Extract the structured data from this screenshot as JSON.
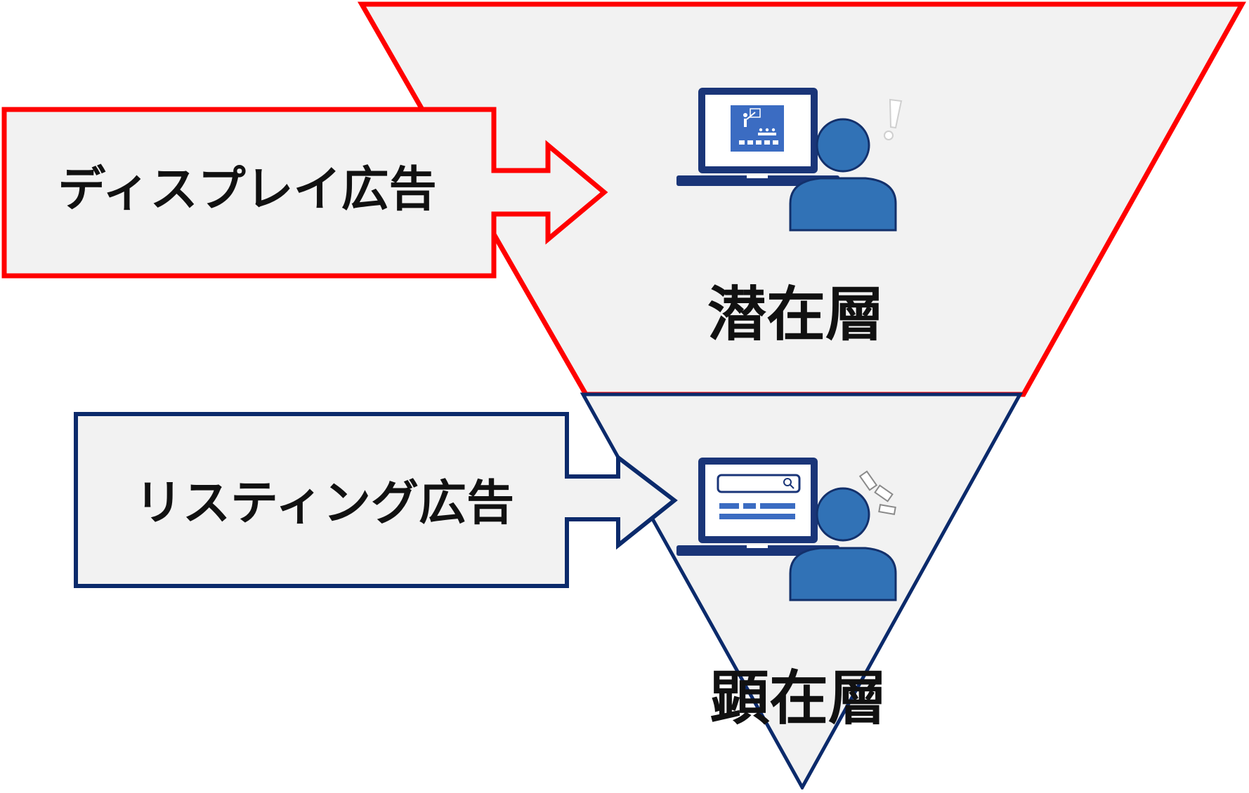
{
  "colors": {
    "upper_border": "#ff0000",
    "lower_border": "#0b2a6b",
    "fill": "#f2f2f2",
    "laptop_frame": "#1a3578",
    "laptop_screen": "#3b6cc2",
    "person_fill": "#3172b6",
    "person_outline": "#13306b"
  },
  "upper_segment": {
    "label": "潜在層",
    "callout_label": "ディスプレイ広告",
    "icon_laptop": "presentation-laptop-icon",
    "icon_person": "person-icon",
    "icon_mark": "exclamation-icon"
  },
  "lower_segment": {
    "label": "顕在層",
    "callout_label": "リスティング広告",
    "icon_laptop": "search-laptop-icon",
    "icon_person": "person-icon",
    "icon_mark": "surprise-lines-icon"
  }
}
